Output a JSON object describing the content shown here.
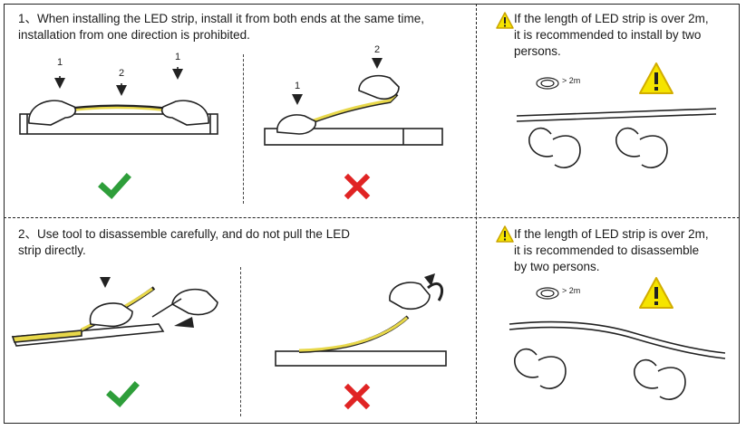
{
  "section1": {
    "instruction": "1、When installing the LED strip, install it from both ends at the same time,\n    installation from one direction is prohibited.",
    "correct_labels": [
      "1",
      "2",
      "1"
    ],
    "wrong_labels": [
      "1",
      "2"
    ]
  },
  "section2": {
    "instruction": "2、Use tool to disassemble carefully, and do not pull the LED\n    strip directly."
  },
  "warning1": {
    "text": "If the length of LED strip is over 2m,\nit is recommended to install by two\n persons.",
    "coil_label": "> 2m"
  },
  "warning2": {
    "text": "If the length of LED strip is over 2m,\nit is recommended to disassemble\nby two persons.",
    "coil_label": "> 2m"
  },
  "colors": {
    "check": "#2e9e3a",
    "cross": "#e02424",
    "warning_yellow": "#f5e400",
    "strip_yellow": "#e8d84a"
  }
}
